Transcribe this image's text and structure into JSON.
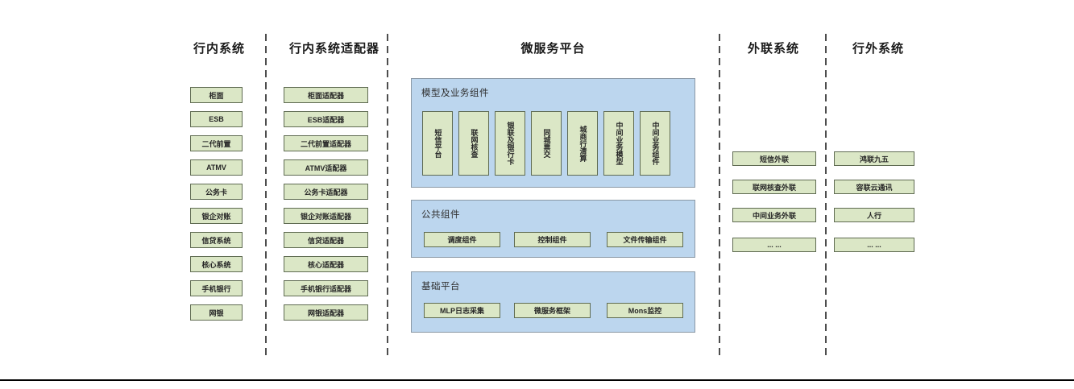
{
  "diagram": {
    "columns": {
      "internal": {
        "title": "行内系统",
        "items": [
          "柜面",
          "ESB",
          "二代前置",
          "ATMV",
          "公务卡",
          "银企对账",
          "信贷系统",
          "核心系统",
          "手机银行",
          "网银"
        ]
      },
      "adapters": {
        "title": "行内系统适配器",
        "items": [
          "柜面适配器",
          "ESB适配器",
          "二代前置适配器",
          "ATMV适配器",
          "公务卡适配器",
          "银企对账适配器",
          "信贷适配器",
          "核心适配器",
          "手机银行适配器",
          "网银适配器"
        ]
      },
      "platform": {
        "title": "微服务平台",
        "groups": {
          "model": {
            "label": "模型及业务组件",
            "items": [
              "短信平台",
              "联网核查",
              "银联及银行卡",
              "同城票交",
              "城商行清算",
              "中间业务模型",
              "中间业务组件"
            ]
          },
          "common": {
            "label": "公共组件",
            "items": [
              "调度组件",
              "控制组件",
              "文件传输组件"
            ]
          },
          "base": {
            "label": "基础平台",
            "items": [
              "MLP日志采集",
              "微服务框架",
              "Mons监控"
            ]
          }
        }
      },
      "outreach": {
        "title": "外联系统",
        "items": [
          "短信外联",
          "联网核查外联",
          "中间业务外联",
          "... ..."
        ]
      },
      "external": {
        "title": "行外系统",
        "items": [
          "鸿联九五",
          "容联云通讯",
          "人行",
          "... ..."
        ]
      }
    },
    "colors": {
      "box_green": "#dbe7c6",
      "box_green_border": "#5f6b52",
      "panel_blue": "#bcd6ee",
      "panel_blue_border": "#8a98a5",
      "divider": "#4d4d4d",
      "bottom_line": "#000000"
    }
  }
}
